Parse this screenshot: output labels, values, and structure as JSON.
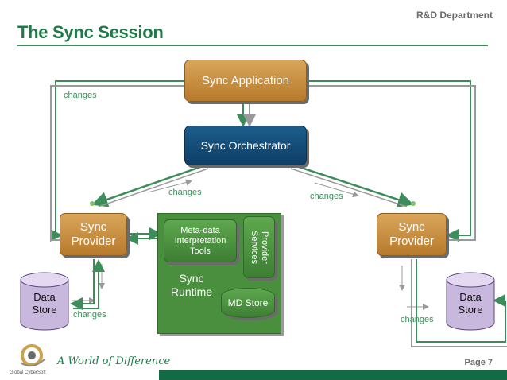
{
  "header": {
    "department": "R&D Department",
    "title": "The Sync Session"
  },
  "diagram": {
    "sync_application": "Sync Application",
    "sync_orchestrator": "Sync Orchestrator",
    "left_provider": "Sync\nProvider",
    "right_provider": "Sync\nProvider",
    "metadata_tools": "Meta-data\nInterpretation\nTools",
    "provider_services": "Provider\nServices",
    "sync_runtime": "Sync\nRuntime",
    "md_store": "MD Store",
    "left_store": "Data\nStore",
    "right_store": "Data\nStore",
    "labels": {
      "changes_top_left": "changes",
      "changes_mid_left": "changes",
      "changes_mid_right": "changes",
      "changes_bottom_left": "changes",
      "changes_bottom_right": "changes"
    }
  },
  "footer": {
    "tagline": "A World of Difference",
    "page": "Page 7",
    "logo_text": "Global CyberSoft"
  },
  "colors": {
    "accent_green": "#1f7a4a",
    "gold": "#c48a3c",
    "blue": "#134c78"
  }
}
